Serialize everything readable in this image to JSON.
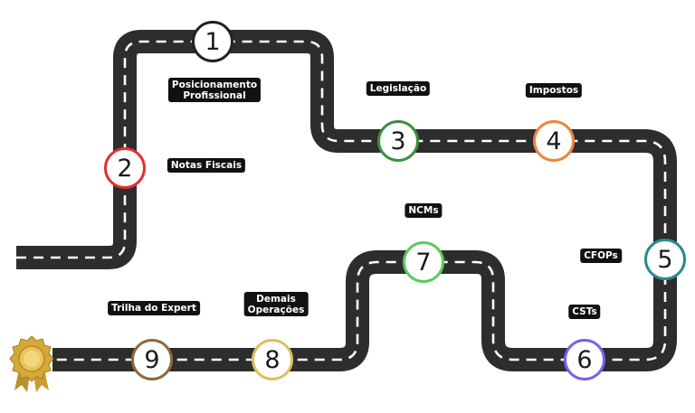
{
  "milestones": [
    {
      "number": "1",
      "color": "#222222"
    },
    {
      "number": "2",
      "color": "#e03131"
    },
    {
      "number": "3",
      "color": "#3e8e41"
    },
    {
      "number": "4",
      "color": "#f0843c"
    },
    {
      "number": "5",
      "color": "#2a8a8e"
    },
    {
      "number": "6",
      "color": "#7d5cf0"
    },
    {
      "number": "7",
      "color": "#5ec95e"
    },
    {
      "number": "8",
      "color": "#d9c062"
    },
    {
      "number": "9",
      "color": "#8a6b3c"
    }
  ],
  "labels": {
    "posicionamento": {
      "line1": "Posicionamento",
      "line2": "Profissional"
    },
    "notas_fiscais": "Notas Fiscais",
    "legislacao": "Legislação",
    "impostos": "Impostos",
    "ncms": "NCMs",
    "cfops": "CFOPs",
    "csts": "CSTs",
    "demais_operacoes": {
      "line1": "Demais",
      "line2": "Operações"
    },
    "trilha_expert": "Trilha do Expert"
  },
  "colors": {
    "road": "#2d2d2d",
    "road_dash": "#ffffff",
    "tag_bg": "#111111",
    "medal_gold": "#d4a937"
  },
  "icons": {
    "finish": "gold-medal-icon"
  }
}
